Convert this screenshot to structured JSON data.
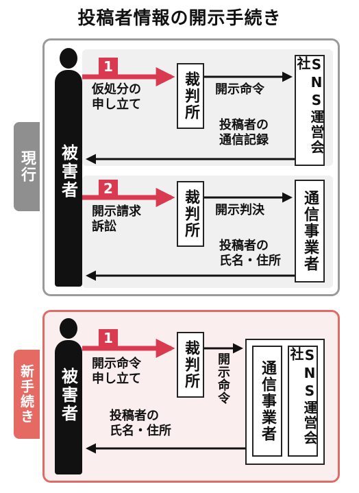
{
  "title": "投稿者情報の開示手続き",
  "colors": {
    "accent": "#d93a4f",
    "current_tab": "#8f8f8f",
    "new_tab": "#e66a64"
  },
  "current": {
    "tab_label": "現行",
    "victim_label": "被害者",
    "step1": {
      "number": "1",
      "action": "仮処分の\n申し立て",
      "court": "裁判所",
      "order": "開示命令",
      "target": "SNS運営会社",
      "returned": "投稿者の\n通信記録"
    },
    "step2": {
      "number": "2",
      "action": "開示請求\n訴訟",
      "court": "裁判所",
      "order": "開示判決",
      "target": "通信事業者",
      "returned": "投稿者の\n氏名・住所"
    }
  },
  "new": {
    "tab_label": "新手続き",
    "victim_label": "被害者",
    "step1": {
      "number": "1",
      "action": "開示命令\n申し立て",
      "court": "裁判所",
      "order": "開示命令",
      "target_a": "通信事業者",
      "target_b": "SNS運営会社",
      "returned": "投稿者の\n氏名・住所"
    }
  }
}
